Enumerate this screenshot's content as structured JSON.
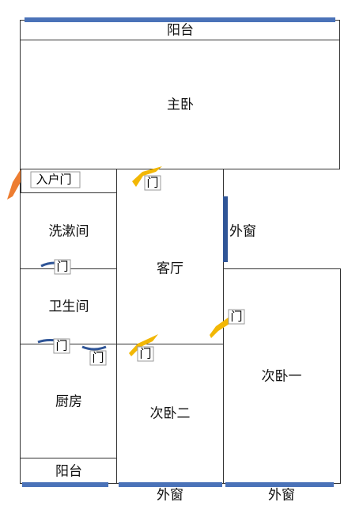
{
  "rooms": {
    "balcony_top": "阳台",
    "master_bedroom": "主卧",
    "washroom": "洗漱间",
    "bathroom": "卫生间",
    "kitchen": "厨房",
    "balcony_bottom": "阳台",
    "living_room": "客厅",
    "second_bedroom_1": "次卧一",
    "second_bedroom_2": "次卧二"
  },
  "entry_door": "入户门",
  "door_label": "门",
  "window_label": "外窗",
  "colors": {
    "window_blue": "#4a72b8",
    "door_yellow": "#f2b705",
    "door_orange": "#ed7d31",
    "wall": "#333333"
  }
}
